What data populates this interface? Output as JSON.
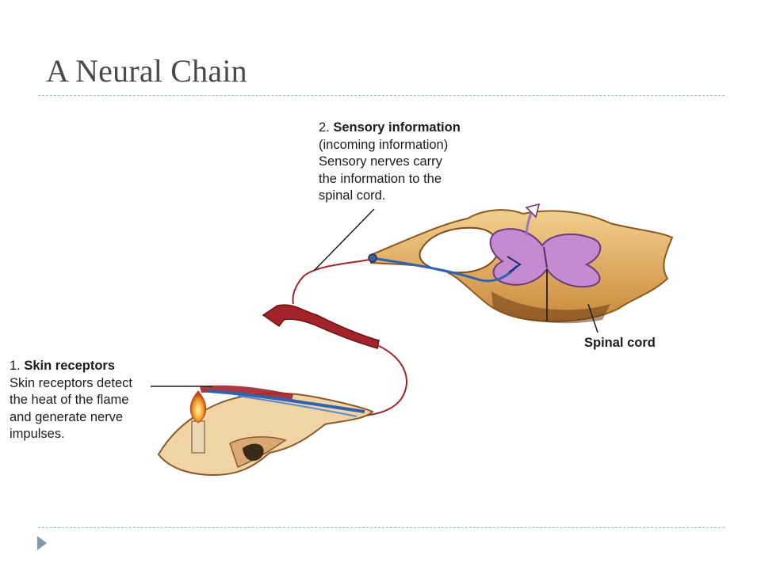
{
  "slide": {
    "title": "A Neural Chain"
  },
  "callouts": {
    "sensory": {
      "number": "2.",
      "heading": "Sensory information",
      "lines": [
        "(incoming information)",
        "Sensory nerves carry",
        "the information to the",
        "spinal cord."
      ]
    },
    "skin": {
      "number": "1.",
      "heading": "Skin receptors",
      "lines": [
        "Skin receptors detect",
        "the heat of the flame",
        "and generate nerve",
        "impulses."
      ]
    },
    "spinal_cord": "Spinal cord"
  },
  "colors": {
    "nerve_red": "#a3232b",
    "nerve_blue": "#2f63b0",
    "grey_matter": "#b77fc0",
    "bone_tan": "#e0b06a",
    "accent_rule": "#9bb6c8"
  }
}
